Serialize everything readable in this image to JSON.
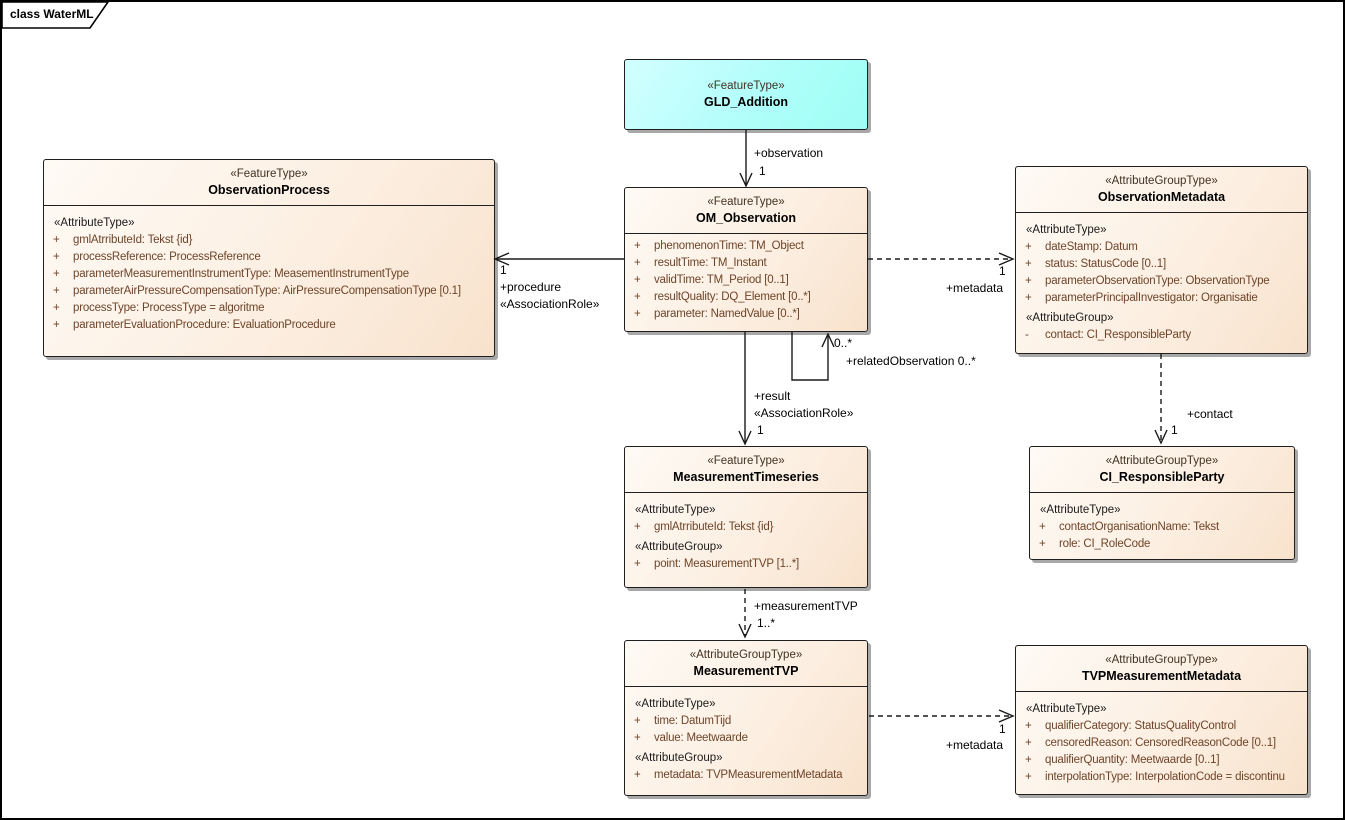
{
  "diagram": {
    "tab_label": "class WaterML"
  },
  "classes": {
    "gld_addition": {
      "stereotype": "«FeatureType»",
      "name": "GLD_Addition",
      "rows": []
    },
    "observation_process": {
      "stereotype": "«FeatureType»",
      "name": "ObservationProcess",
      "rows": [
        {
          "kind": "group",
          "text": "«AttributeType»"
        },
        {
          "kind": "attr",
          "vis": "+",
          "text": "gmlAtrributeId: Tekst {id}"
        },
        {
          "kind": "attr",
          "vis": "+",
          "text": "processReference: ProcessReference"
        },
        {
          "kind": "attr",
          "vis": "+",
          "text": "parameterMeasurementInstrumentType: MeasementInstrumentType"
        },
        {
          "kind": "attr",
          "vis": "+",
          "text": "parameterAirPressureCompensationType: AirPressureCompensationType [0.1]"
        },
        {
          "kind": "attr",
          "vis": "+",
          "text": "processType: ProcessType = algoritme"
        },
        {
          "kind": "attr",
          "vis": "+",
          "text": "parameterEvaluationProcedure: EvaluationProcedure"
        }
      ]
    },
    "om_observation": {
      "stereotype": "«FeatureType»",
      "name": "OM_Observation",
      "rows": [
        {
          "kind": "attr",
          "vis": "+",
          "text": "phenomenonTime: TM_Object"
        },
        {
          "kind": "attr",
          "vis": "+",
          "text": "resultTime: TM_Instant"
        },
        {
          "kind": "attr",
          "vis": "+",
          "text": "validTime: TM_Period [0..1]"
        },
        {
          "kind": "attr",
          "vis": "+",
          "text": "resultQuality: DQ_Element [0..*]"
        },
        {
          "kind": "attr",
          "vis": "+",
          "text": "parameter: NamedValue [0..*]"
        }
      ]
    },
    "observation_metadata": {
      "stereotype": "«AttributeGroupType»",
      "name": "ObservationMetadata",
      "rows": [
        {
          "kind": "group",
          "text": "«AttributeType»"
        },
        {
          "kind": "attr",
          "vis": "+",
          "text": "dateStamp: Datum"
        },
        {
          "kind": "attr",
          "vis": "+",
          "text": "status: StatusCode [0..1]"
        },
        {
          "kind": "attr",
          "vis": "+",
          "text": "parameterObservationType: ObservationType"
        },
        {
          "kind": "attr",
          "vis": "+",
          "text": "parameterPrincipalInvestigator: Organisatie"
        },
        {
          "kind": "group",
          "text": "«AttributeGroup»"
        },
        {
          "kind": "attr",
          "vis": "-",
          "text": "contact: CI_ResponsibleParty"
        }
      ]
    },
    "ci_responsible_party": {
      "stereotype": "«AttributeGroupType»",
      "name": "CI_ResponsibleParty",
      "rows": [
        {
          "kind": "group",
          "text": "«AttributeType»"
        },
        {
          "kind": "attr",
          "vis": "+",
          "text": "contactOrganisationName: Tekst"
        },
        {
          "kind": "attr",
          "vis": "+",
          "text": "role: CI_RoleCode"
        }
      ]
    },
    "measurement_timeseries": {
      "stereotype": "«FeatureType»",
      "name": "MeasurementTimeseries",
      "rows": [
        {
          "kind": "group",
          "text": "«AttributeType»"
        },
        {
          "kind": "attr",
          "vis": "+",
          "text": "gmlAtrributeId: Tekst {id}"
        },
        {
          "kind": "group",
          "text": "«AttributeGroup»"
        },
        {
          "kind": "attr",
          "vis": "+",
          "text": "point: MeasurementTVP [1..*]"
        }
      ]
    },
    "measurement_tvp": {
      "stereotype": "«AttributeGroupType»",
      "name": "MeasurementTVP",
      "rows": [
        {
          "kind": "group",
          "text": "«AttributeType»"
        },
        {
          "kind": "attr",
          "vis": "+",
          "text": "time: DatumTijd"
        },
        {
          "kind": "attr",
          "vis": "+",
          "text": "value: Meetwaarde"
        },
        {
          "kind": "group",
          "text": "«AttributeGroup»"
        },
        {
          "kind": "attr",
          "vis": "+",
          "text": "metadata: TVPMeasurementMetadata"
        }
      ]
    },
    "tvp_measurement_metadata": {
      "stereotype": "«AttributeGroupType»",
      "name": "TVPMeasurementMetadata",
      "rows": [
        {
          "kind": "group",
          "text": "«AttributeType»"
        },
        {
          "kind": "attr",
          "vis": "+",
          "text": "qualifierCategory: StatusQualityControl"
        },
        {
          "kind": "attr",
          "vis": "+",
          "text": "censoredReason: CensoredReasonCode [0..1]"
        },
        {
          "kind": "attr",
          "vis": "+",
          "text": "qualifierQuantity: Meetwaarde [0..1]"
        },
        {
          "kind": "attr",
          "vis": "+",
          "text": "interpolationType: InterpolationCode = discontinu"
        }
      ]
    }
  },
  "connectors": {
    "observation": {
      "role": "+observation",
      "multiplicity": "1"
    },
    "procedure": {
      "multiplicity": "1",
      "role": "+procedure",
      "stereotype": "«AssociationRole»"
    },
    "metadata_observation": {
      "multiplicity": "1",
      "role": "+metadata"
    },
    "related_observation": {
      "multiplicity": "0..*",
      "role": "+relatedObservation 0..*"
    },
    "result": {
      "role": "+result",
      "stereotype": "«AssociationRole»",
      "multiplicity": "1"
    },
    "contact": {
      "role": "+contact",
      "multiplicity": "1"
    },
    "measurement_tvp": {
      "role": "+measurementTVP",
      "multiplicity": "1..*"
    },
    "metadata_tvp": {
      "multiplicity": "1",
      "role": "+metadata"
    }
  }
}
